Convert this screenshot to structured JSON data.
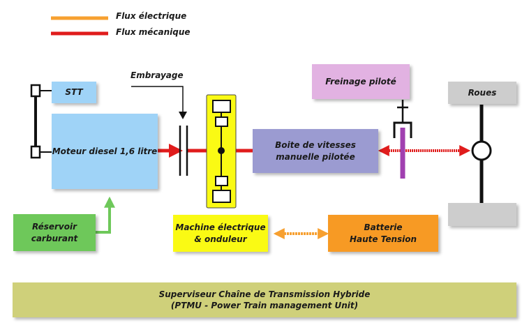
{
  "legend": {
    "electric_label": "Flux électrique",
    "mechanical_label": "Flux mécanique",
    "electric_color": "#f7a030",
    "mechanical_color": "#e01c1c"
  },
  "blocks": {
    "stt": "STT",
    "engine": "Moteur diesel 1,6 litre",
    "tank_line1": "Réservoir",
    "tank_line2": "carburant",
    "clutch": "Embrayage",
    "gearbox_line1": "Boite de vitesses",
    "gearbox_line2": "manuelle pilotée",
    "braking": "Freinage piloté",
    "wheels": "Roues",
    "machine_line1": "Machine électrique",
    "machine_line2": "& onduleur",
    "battery_line1": "Batterie",
    "battery_line2": "Haute Tension",
    "supervisor_line1": "Superviseur Chaîne de Transmission Hybride",
    "supervisor_line2": "(PTMU - Power Train management Unit)"
  },
  "colors": {
    "engine_blue": "#9fd3f7",
    "gearbox_purple": "#9b9bd1",
    "braking_pink": "#e2b2e2",
    "wheels_gray": "#cdcdcd",
    "tank_green": "#6ec85a",
    "machine_yellow": "#fafa14",
    "battery_orange": "#f79a24",
    "supervisor_olive": "#cfd07a",
    "brake_disc_purple": "#a040b0"
  }
}
